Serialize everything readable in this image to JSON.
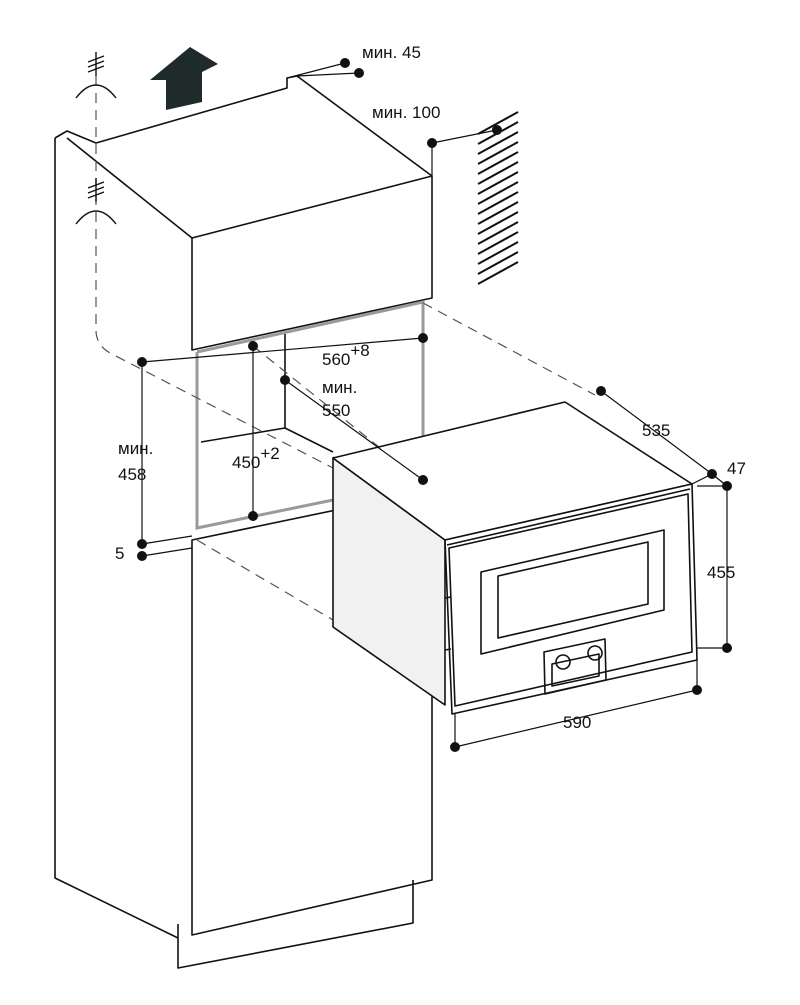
{
  "colors": {
    "line": "#111111",
    "niche": "#9a9a9a",
    "dash": "#555555",
    "arrow": "#1f2a2a",
    "side_panel": "#f1f1f1"
  },
  "icons": {
    "vent_arrow": "exhaust-arrow-icon",
    "ground": "ground-symbol-icon",
    "wall": "wall-hatch-icon"
  },
  "labels": {
    "min45_prefix": "мин.",
    "min45_value": "45",
    "min100_prefix": "мин.",
    "min100_value": "100",
    "width_niche": "560",
    "width_niche_tol": "+8",
    "depth_prefix": "мин.",
    "depth_value": "550",
    "niche_height_prefix": "мин.",
    "niche_height_value": "458",
    "opening_height": "450",
    "opening_height_tol": "+2",
    "gap": "5",
    "appliance_depth": "535",
    "front_depth": "47",
    "appliance_height": "455",
    "appliance_width": "590"
  }
}
